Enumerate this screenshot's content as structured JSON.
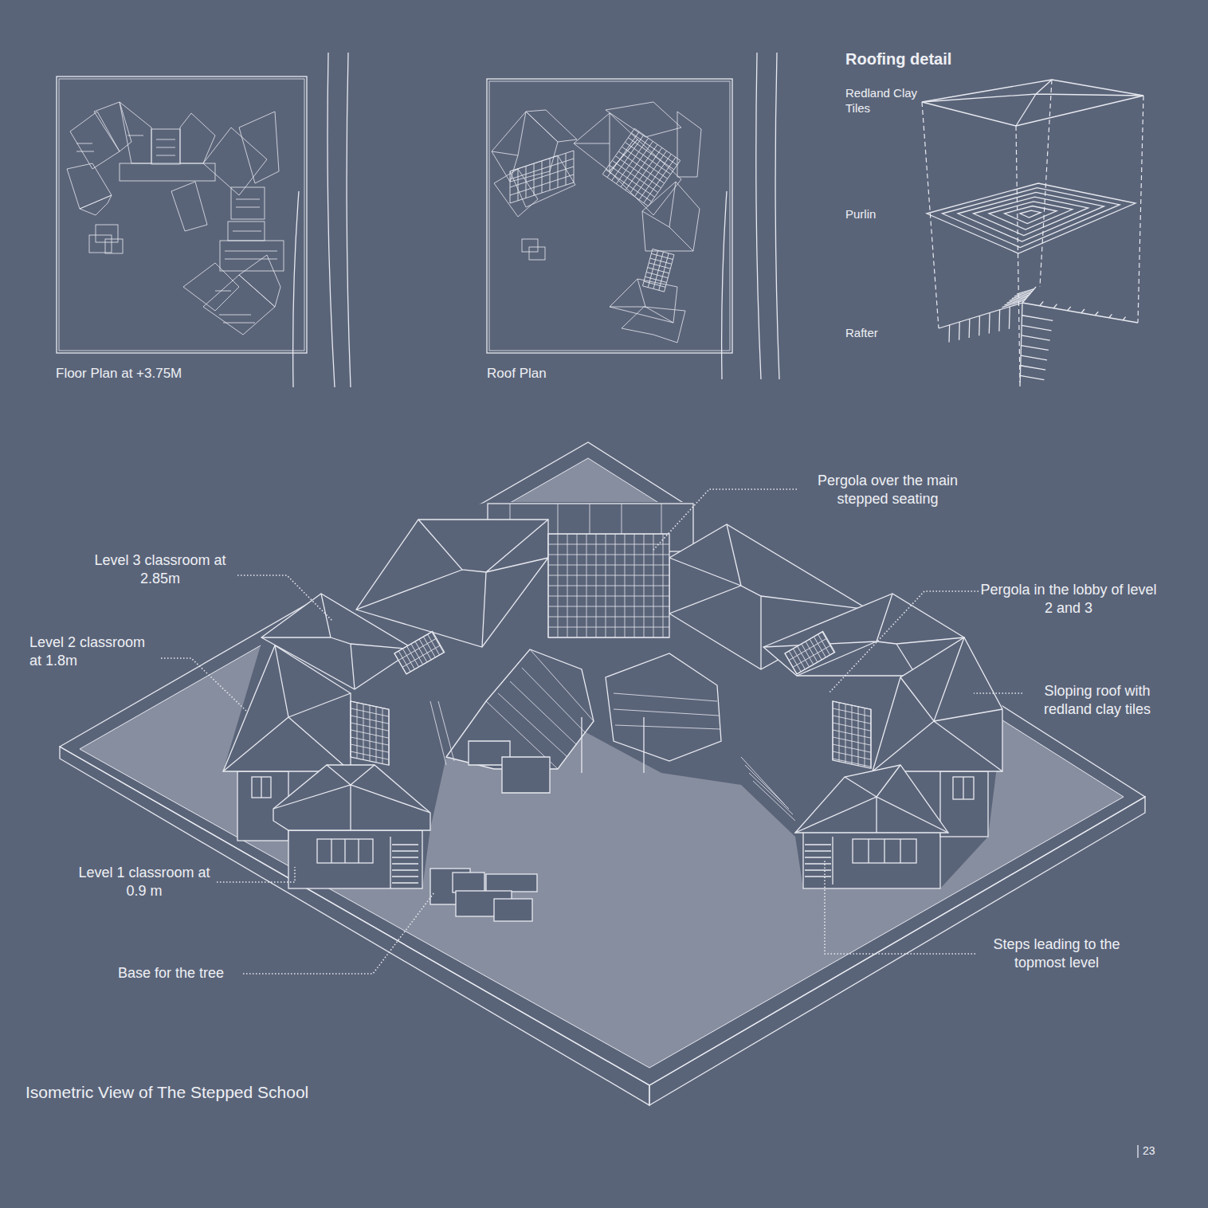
{
  "diagram": {
    "caption": "Isometric View of The Stepped School",
    "labels": [
      "Floor Plan at +3.75M",
      "Roof Plan",
      "Roofing detail",
      "Redland Clay Tiles",
      "Purlin",
      "Rafter",
      "Pergola over the main stepped seating",
      "Level 3 classroom at 2.85m",
      "Pergola in the lobby of level 2 and 3",
      "Level 2 classroom at 1.8m",
      "Sloping roof with redland clay tiles",
      "Level 1 classroom at 0.9 m",
      "Steps leading to the topmost level",
      "Base for the tree",
      "23"
    ]
  }
}
